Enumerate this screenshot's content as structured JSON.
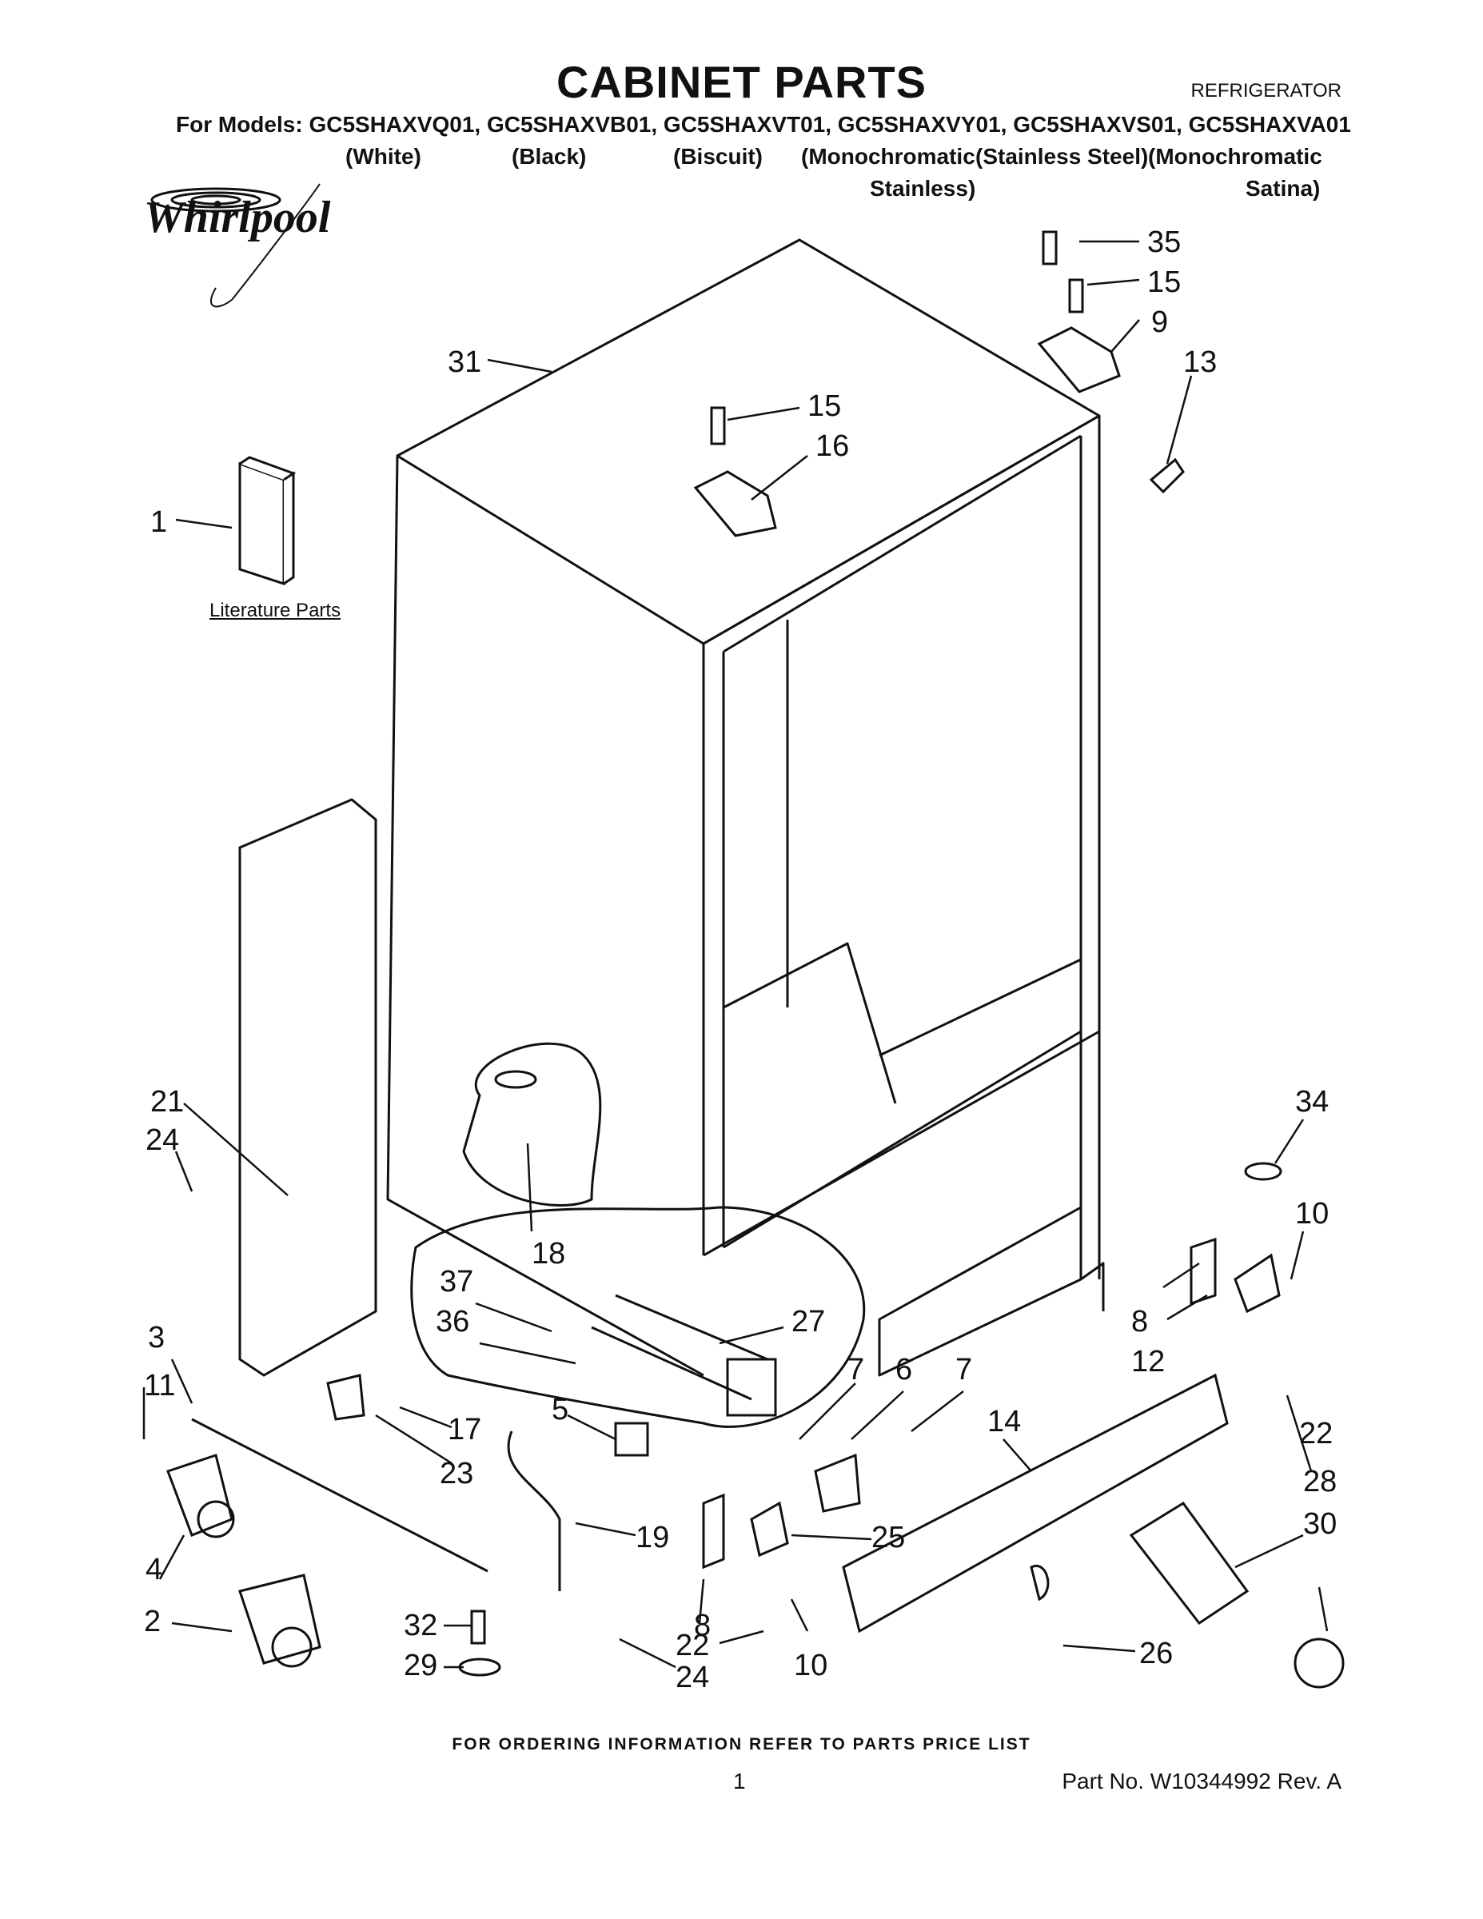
{
  "header": {
    "title": "CABINET PARTS",
    "category": "REFRIGERATOR",
    "models_line": "For Models: GC5SHAXVQ01, GC5SHAXVB01, GC5SHAXVT01, GC5SHAXVY01, GC5SHAXVS01, GC5SHAXVA01",
    "colors": [
      "(White)",
      "(Black)",
      "(Biscuit)",
      "(Monochromatic",
      "(Stainless Steel)",
      "(Monochromatic"
    ],
    "colors_line2": [
      "Stainless)",
      "Satina)"
    ]
  },
  "brand": {
    "logo_text": "Whirlpool",
    "logo_icon": "whirlpool-swirl-logo"
  },
  "literature_label": "Literature Parts",
  "callouts": {
    "c35": "35",
    "c15a": "15",
    "c9": "9",
    "c13": "13",
    "c31": "31",
    "c15b": "15",
    "c16": "16",
    "c1": "1",
    "c21": "21",
    "c24a": "24",
    "c18": "18",
    "c34": "34",
    "c10a": "10",
    "c37": "37",
    "c27": "27",
    "c36": "36",
    "c3": "3",
    "c7a": "7",
    "c6": "6",
    "c7b": "7",
    "c8a": "8",
    "c12": "12",
    "c11": "11",
    "c5": "5",
    "c17": "17",
    "c23": "23",
    "c14": "14",
    "c22a": "22",
    "c28": "28",
    "c30": "30",
    "c4": "4",
    "c19": "19",
    "c25": "25",
    "c2": "2",
    "c8b": "8",
    "c32": "32",
    "c22b": "22",
    "c29": "29",
    "c24b": "24",
    "c10b": "10",
    "c26": "26"
  },
  "footer": {
    "note": "FOR ORDERING INFORMATION REFER TO PARTS PRICE LIST",
    "page": "1",
    "part_no": "Part No. W10344992 Rev. A"
  }
}
